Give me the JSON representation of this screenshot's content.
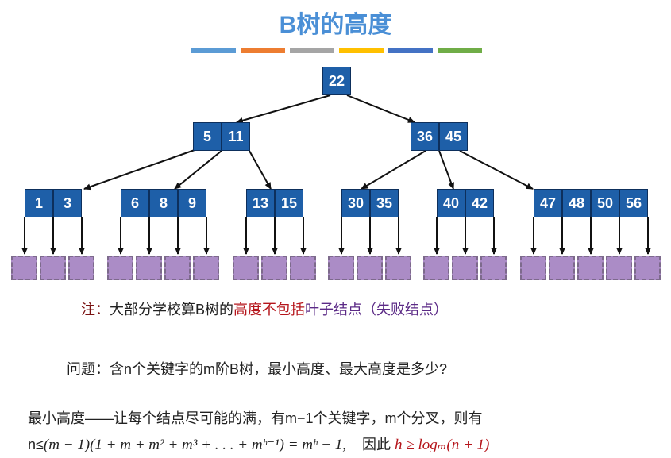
{
  "title": "B树的高度",
  "accent_colors": [
    "#5b9bd5",
    "#ed7d31",
    "#a5a5a5",
    "#ffc000",
    "#4472c4",
    "#70ad47"
  ],
  "tree": {
    "root": [
      "22"
    ],
    "level1": [
      [
        "5",
        "11"
      ],
      [
        "36",
        "45"
      ]
    ],
    "level2": [
      [
        "1",
        "3"
      ],
      [
        "6",
        "8",
        "9"
      ],
      [
        "13",
        "15"
      ],
      [
        "30",
        "35"
      ],
      [
        "40",
        "42"
      ],
      [
        "47",
        "48",
        "50",
        "56"
      ]
    ],
    "leaf_color": "#ab8cc6",
    "node_color": "#1e5fa8"
  },
  "note": {
    "prefix": "注：",
    "text1": "大部分学校算B树的",
    "text2": "高度不包括",
    "text3": "叶子结点（失败结点）"
  },
  "question": "问题：含n个关键字的m阶B树，最小高度、最大高度是多少?",
  "answer": {
    "line1": "最小高度——让每个结点尽可能的满，有m−1个关键字，m个分叉，则有",
    "line2_prefix": "n≤",
    "formula": "(m − 1)(1 + m + m² + m³ + . . . + mʰ⁻¹) = mʰ − 1,",
    "so": "因此",
    "result": "h ≥ logₘ(n + 1)"
  }
}
